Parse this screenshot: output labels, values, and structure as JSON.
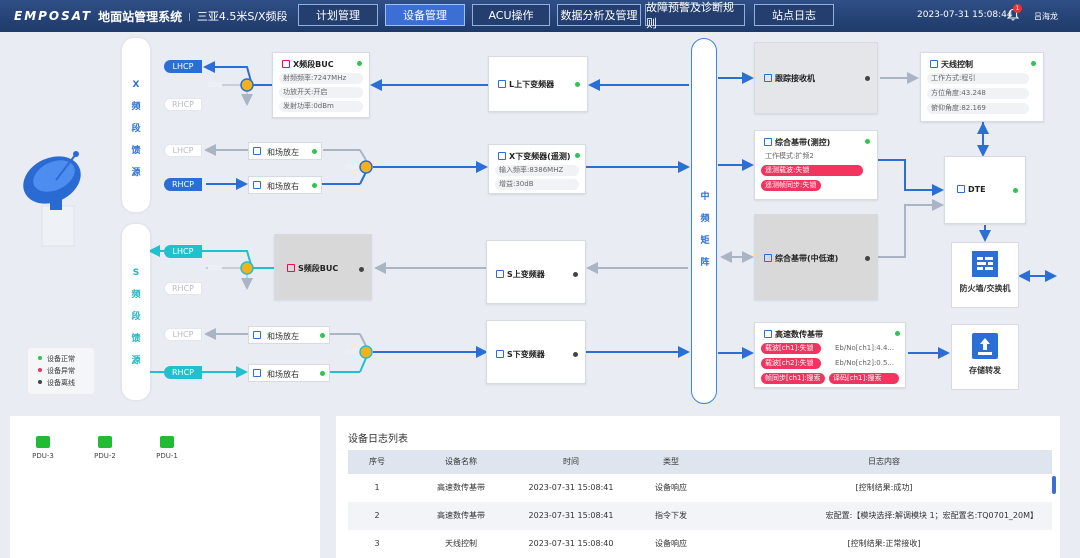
{
  "header": {
    "logo": "EMPOSAT",
    "system_title": "地面站管理系统",
    "separator": "|",
    "subtitle": "三亚4.5米S/X频段",
    "tabs": [
      "计划管理",
      "设备管理",
      "ACU操作",
      "数据分析及管理",
      "故障预警及诊断规则",
      "站点日志"
    ],
    "active_tab": "设备管理",
    "datetime": "2023-07-31 15:08:44",
    "notification_count": "1",
    "user": "吕海龙"
  },
  "feeds": {
    "x_label": [
      "X",
      "频",
      "段",
      "馈",
      "源"
    ],
    "s_label": [
      "S",
      "频",
      "段",
      "馈",
      "源"
    ],
    "lhcp": "LHCP",
    "rhcp": "RHCP"
  },
  "devices": {
    "x_buc": {
      "title": "X频段BUC",
      "rows": [
        "射频频率:7247MHz",
        "功放开关:开启",
        "发射功率:0dBm"
      ]
    },
    "hc_left_x": "和场放左",
    "hc_right_x": "和场放右",
    "l_updown": "L上下变频器",
    "x_down": {
      "title": "X下变频器(遥测)",
      "rows": [
        "输入频率:8386MHZ",
        "增益:30dB"
      ]
    },
    "s_buc": "S频段BUC",
    "s_up": "S上变频器",
    "hc_left_s": "和场放左",
    "hc_right_s": "和场放右",
    "s_down": "S下变频器",
    "matrix": [
      "中",
      "频",
      "矩",
      "阵"
    ],
    "track_rx": "跟踪接收机",
    "baseband_tc": {
      "title": "综合基带(测控)",
      "rows": [
        "工作模式:扩频2",
        "遥测载波:失锁",
        "遥测帧同步:失锁"
      ]
    },
    "baseband_mid": "综合基带(中低速)",
    "hs_baseband": {
      "title": "高速数传基带",
      "rows": [
        "载波[ch1]:失锁",
        "Eb/No[ch1]:4.4...",
        "载波[ch2]:失锁",
        "Eb/No[ch2]:0.5...",
        "帧同步[ch1]:搜索",
        "译码[ch1]:搜索"
      ]
    },
    "antenna": {
      "title": "天线控制",
      "rows": [
        "工作方式:程引",
        "方位角度:43.248",
        "俯仰角度:82.169"
      ]
    },
    "dte": "DTE",
    "firewall": "防火墙/交换机",
    "storage": "存储转发"
  },
  "legend": {
    "normal": "设备正常",
    "abnormal": "设备异常",
    "offline": "设备离线"
  },
  "pdus": [
    "PDU-3",
    "PDU-2",
    "PDU-1"
  ],
  "log": {
    "title": "设备日志列表",
    "columns": [
      "序号",
      "设备名称",
      "时间",
      "类型",
      "日志内容"
    ],
    "rows": [
      [
        "1",
        "高速数传基带",
        "2023-07-31 15:08:41",
        "设备响应",
        "[控制结果:成功]"
      ],
      [
        "2",
        "高速数传基带",
        "2023-07-31 15:08:41",
        "指令下发",
        "宏配置:【模块选择:解调模块 1；宏配置名:TQ0701_20M】"
      ],
      [
        "3",
        "天线控制",
        "2023-07-31 15:08:40",
        "设备响应",
        "[控制结果:正常接收]"
      ]
    ]
  },
  "colors": {
    "blue": "#2b6fd6",
    "cyan": "#20c0cf",
    "normal": "#2ec54e",
    "abnormal": "#f2345f",
    "offline": "#444444"
  }
}
